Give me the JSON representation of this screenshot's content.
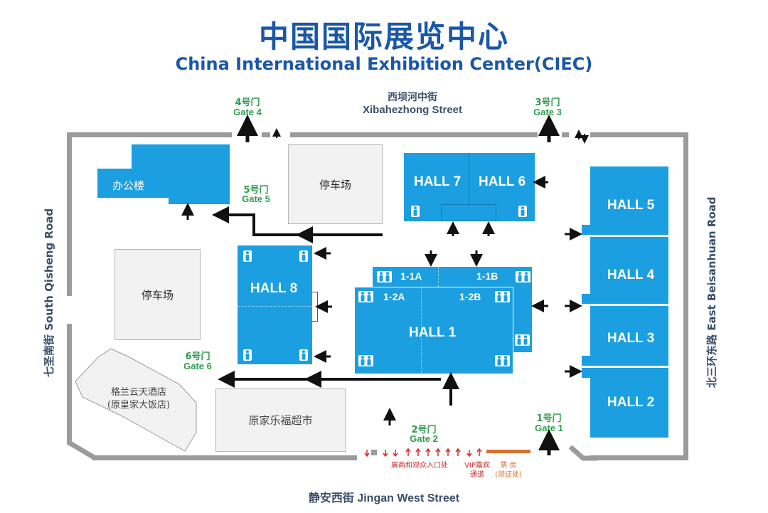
{
  "title": {
    "cn": "中国国际展览中心",
    "en": "China International Exhibition  Center(CIEC)"
  },
  "streets": {
    "north_cn": "西坝河中街",
    "north_en": "Xibahezhong Street",
    "south": "静安西街 Jingan West Street",
    "west": "七圣南街 South Qisheng Road",
    "east": "北三环东路 East Beisanhuan Road"
  },
  "gates": [
    {
      "cn": "4号门",
      "en": "Gate 4"
    },
    {
      "cn": "3号门",
      "en": "Gate 3"
    },
    {
      "cn": "5号门",
      "en": "Gate 5"
    },
    {
      "cn": "6号门",
      "en": "Gate 6"
    },
    {
      "cn": "2号门",
      "en": "Gate 2"
    },
    {
      "cn": "1号门",
      "en": "Gate 1"
    }
  ],
  "halls": {
    "hall7": "HALL 7",
    "hall6": "HALL 6",
    "hall5": "HALL 5",
    "hall4": "HALL 4",
    "hall3": "HALL 3",
    "hall2": "HALL 2",
    "hall8": "HALL 8",
    "hall1": "HALL 1",
    "h1_1a": "1-1A",
    "h1_1b": "1-1B",
    "h1_2a": "1-2A",
    "h1_2b": "1-2B"
  },
  "buildings": {
    "office": "办公楼",
    "parking_north": "停车场",
    "parking_west": "停车场",
    "hotel_line1": "格兰云天酒店",
    "hotel_line2": "(原皇家大饭店)",
    "supermarket": "原家乐福超市"
  },
  "entrances": {
    "exhibitor_line": "展商和观众入口处",
    "vip_line1": "VIP嘉宾",
    "vip_line2": "通道",
    "ticket_line1": "票 房",
    "ticket_line2": "(领证处)"
  },
  "colors": {
    "hall": "#1b9fe0",
    "title": "#1a57a8",
    "gate": "#2f9c4c",
    "wall": "#9b9b9b",
    "entrance_red": "#d22a2a",
    "ticket_orange": "#d9712a"
  }
}
